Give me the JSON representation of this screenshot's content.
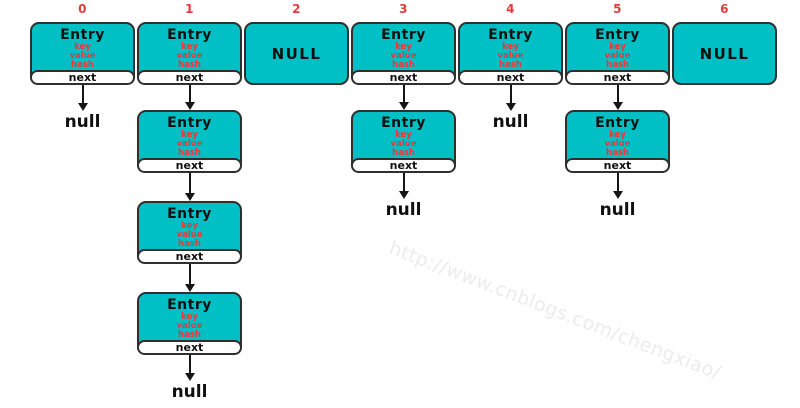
{
  "diagram": {
    "watermark": "http://www.cnblogs.com/chengxiao/",
    "labels": {
      "entry": "Entry",
      "fields": [
        "key",
        "value",
        "hash"
      ],
      "next": "next",
      "empty_bucket": "NULL",
      "chain_terminal": "null"
    },
    "colors": {
      "node_fill": "#00bfc5",
      "accent_red": "#e23b3e",
      "node_border": "#2f2f2f"
    },
    "buckets": [
      {
        "index": "0",
        "kind": "entry",
        "chain": 0
      },
      {
        "index": "1",
        "kind": "entry",
        "chain": 3
      },
      {
        "index": "2",
        "kind": "empty",
        "chain": 0
      },
      {
        "index": "3",
        "kind": "entry",
        "chain": 1
      },
      {
        "index": "4",
        "kind": "entry",
        "chain": 0
      },
      {
        "index": "5",
        "kind": "entry",
        "chain": 1
      },
      {
        "index": "6",
        "kind": "empty",
        "chain": 0
      }
    ]
  }
}
